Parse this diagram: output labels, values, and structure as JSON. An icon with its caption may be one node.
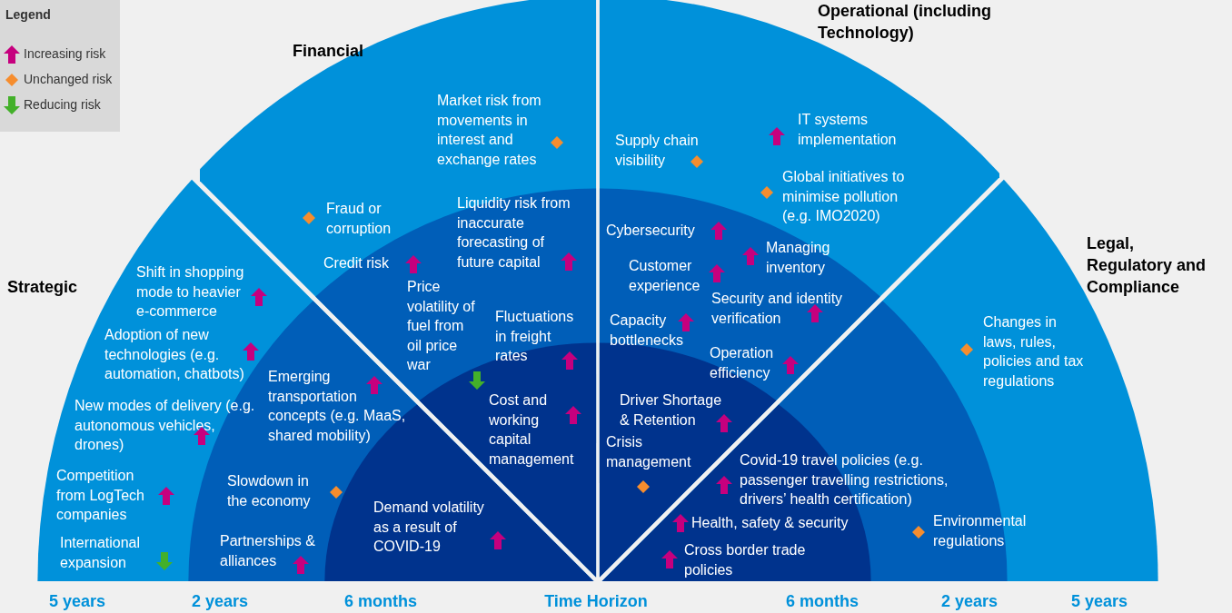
{
  "diagram": {
    "nodes": [
      {
        "text": [
          "Strategic",
          "Shift in shopping mode to heavier e-commerce",
          "Adoption of new technologies (e.g. automation, chatbots)",
          "Emerging transportation concepts (e.g. MaaS, shared mobility)",
          "New modes of delivery (e.g. autonomous vehicles, drones)",
          "Competition from LogTech companies",
          "Slowdown in the economy",
          "Demand volatility as a result of COVID-19",
          "International expansion",
          "Partnerships & alliances"
        ]
      },
      {
        "text": [
          "Financial",
          "Market risk from movements in interest and exchange rates",
          "Fraud or corruption",
          "Liquidity risk from inaccurate forecasting of future capital",
          "Credit risk",
          "Price volatility of fuel from oil price war",
          "Fluctuations in freight rates",
          "Cost and working capital management"
        ]
      },
      {
        "text": [
          "Operational (including Technology)",
          "IT systems implementation",
          "Supply chain visibility",
          "Global initiatives to minimise pollution (e.g. IMO2020)",
          "Cybersecurity",
          "Managing inventory",
          "Customer experience",
          "Security and identity verification",
          "Capacity bottlenecks",
          "Operation efficiency",
          "Driver Shortage & Retention",
          "Crisis management"
        ]
      },
      {
        "text": [
          "Legal, Regulatory and Compliance",
          "Changes in laws, rules, policies and tax regulations",
          "Covid-19 travel policies (e.g. passenger travelling restrictions, drivers’ health certification)",
          "Health, safety & security",
          "Environmental regulations",
          "Cross border trade policies"
        ]
      }
    ],
    "labels": [
      "Legend",
      "5 years",
      "2 years",
      "6 months",
      "Time Horizon",
      "6 months",
      "2 years",
      "5 years"
    ],
    "legend": [
      {
        "text": "Increasing risk"
      },
      {
        "text": "Unchanged risk"
      },
      {
        "text": "Reducing risk"
      }
    ]
  }
}
